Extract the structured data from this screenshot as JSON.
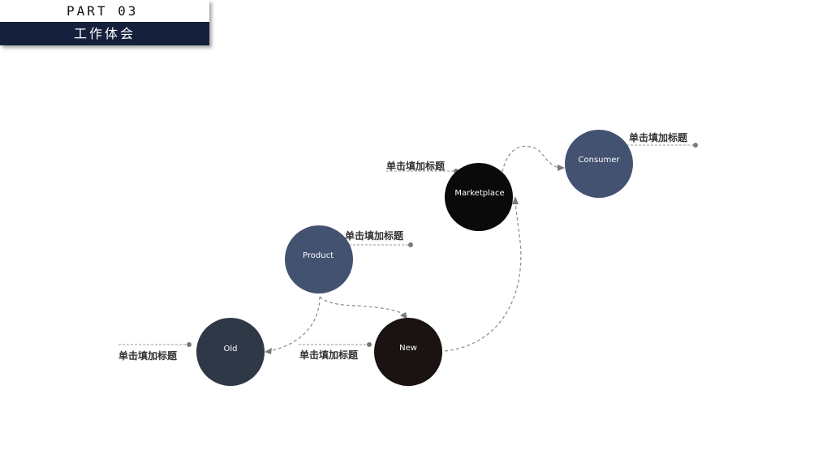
{
  "header": {
    "part_label": "PART  03",
    "section_title": "工作体会"
  },
  "colors": {
    "header_bar": "#15203d",
    "slate": "#435270",
    "charcoal": "#2f3847",
    "black": "#0a0a0a",
    "dark_brown": "#1a1311"
  },
  "nodes": {
    "old": {
      "label": "Old",
      "caption": "单击填加标题"
    },
    "new": {
      "label": "New",
      "caption": "单击填加标题"
    },
    "product": {
      "label": "Product",
      "caption": "单击填加标题"
    },
    "marketplace": {
      "label": "Marketplace",
      "caption": "单击填加标题"
    },
    "consumer": {
      "label": "Consumer",
      "caption": "单击填加标题"
    }
  }
}
